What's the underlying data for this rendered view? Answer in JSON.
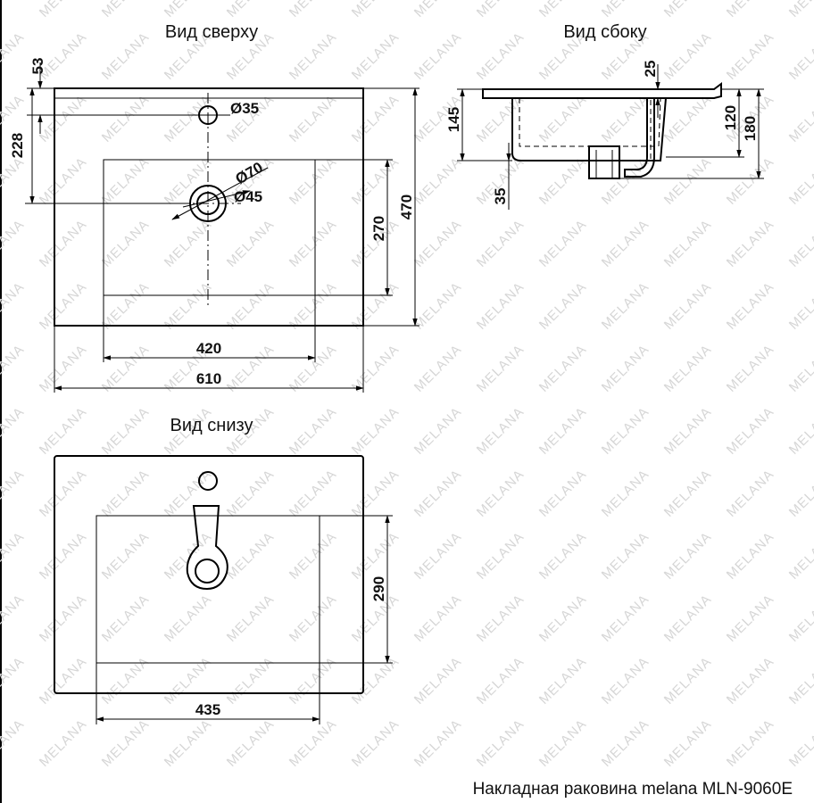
{
  "watermark": {
    "text": "MELANA"
  },
  "views": {
    "top": {
      "title": "Вид сверху"
    },
    "side": {
      "title": "Вид сбоку"
    },
    "bottom": {
      "title": "Вид снизу"
    }
  },
  "dimensions": {
    "top_overall_width": "610",
    "top_bowl_width": "420",
    "top_overall_depth": "470",
    "top_bowl_depth": "270",
    "top_edge_to_hole": "53",
    "top_edge_to_drain": "228",
    "tap_hole_diameter": "Ø35",
    "drain_outer_diameter": "Ø70",
    "drain_inner_diameter": "Ø45",
    "side_rim_thickness": "25",
    "side_bowl_height": "145",
    "side_height_120": "120",
    "side_height_180": "180",
    "side_drain_35": "35",
    "bottom_bowl_width": "435",
    "bottom_bowl_depth": "290"
  },
  "caption": "Накладная раковина melana MLN-9060E"
}
